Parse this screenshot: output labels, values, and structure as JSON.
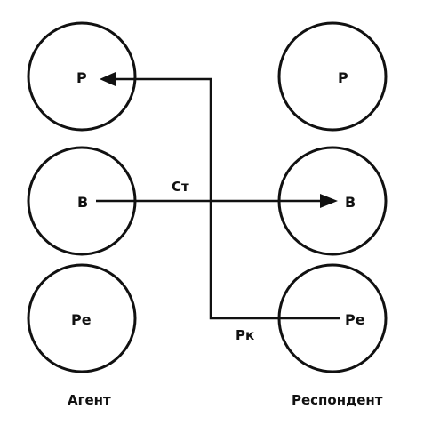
{
  "agent": {
    "label": "Агент",
    "states": {
      "parent": "Р",
      "adult": "В",
      "child": "Ре"
    }
  },
  "respondent": {
    "label": "Респондент",
    "states": {
      "parent": "Р",
      "adult": "В",
      "child": "Ре"
    }
  },
  "transactions": {
    "stimulus": "Ст",
    "response": "Рк"
  },
  "colors": {
    "stroke": "#111111",
    "background": "#ffffff"
  }
}
